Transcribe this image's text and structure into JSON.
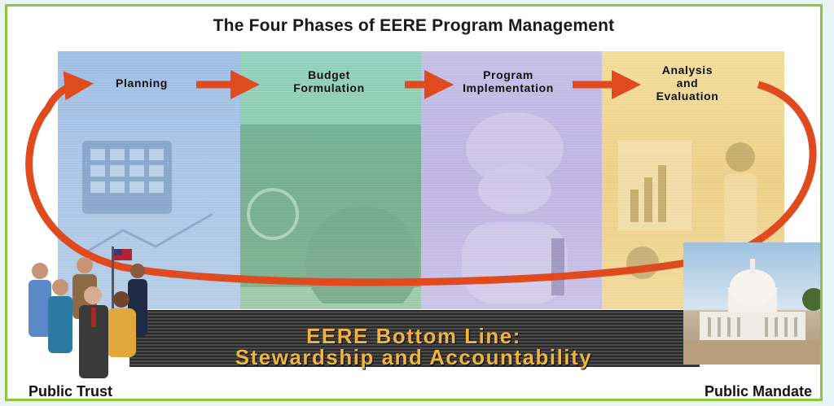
{
  "title": "The Four Phases of EERE Program Management",
  "phases": [
    {
      "label_lines": [
        "Planning"
      ],
      "color": "#a9c5e6",
      "image": "calculator-and-charts-photo"
    },
    {
      "label_lines": [
        "Budget",
        "Formulation"
      ],
      "color": "#8ec6a4",
      "image": "hundred-dollar-bill-photo"
    },
    {
      "label_lines": [
        "Program",
        "Implementation"
      ],
      "color": "#bdb4e0",
      "image": "lab-scientist-photo"
    },
    {
      "label_lines": [
        "Analysis",
        "and",
        "Evaluation"
      ],
      "color": "#eccf86",
      "image": "presentation-meeting-photo"
    }
  ],
  "bottom_line": {
    "line1": "EERE Bottom Line:",
    "line2": "Stewardship and Accountability",
    "text_color": "#f2b53c"
  },
  "left_label": "Public Trust",
  "right_label": "Public Mandate",
  "colors": {
    "arrow": "#e04a1f",
    "frame": "#8cc63f",
    "background": "#e9f4f8"
  }
}
